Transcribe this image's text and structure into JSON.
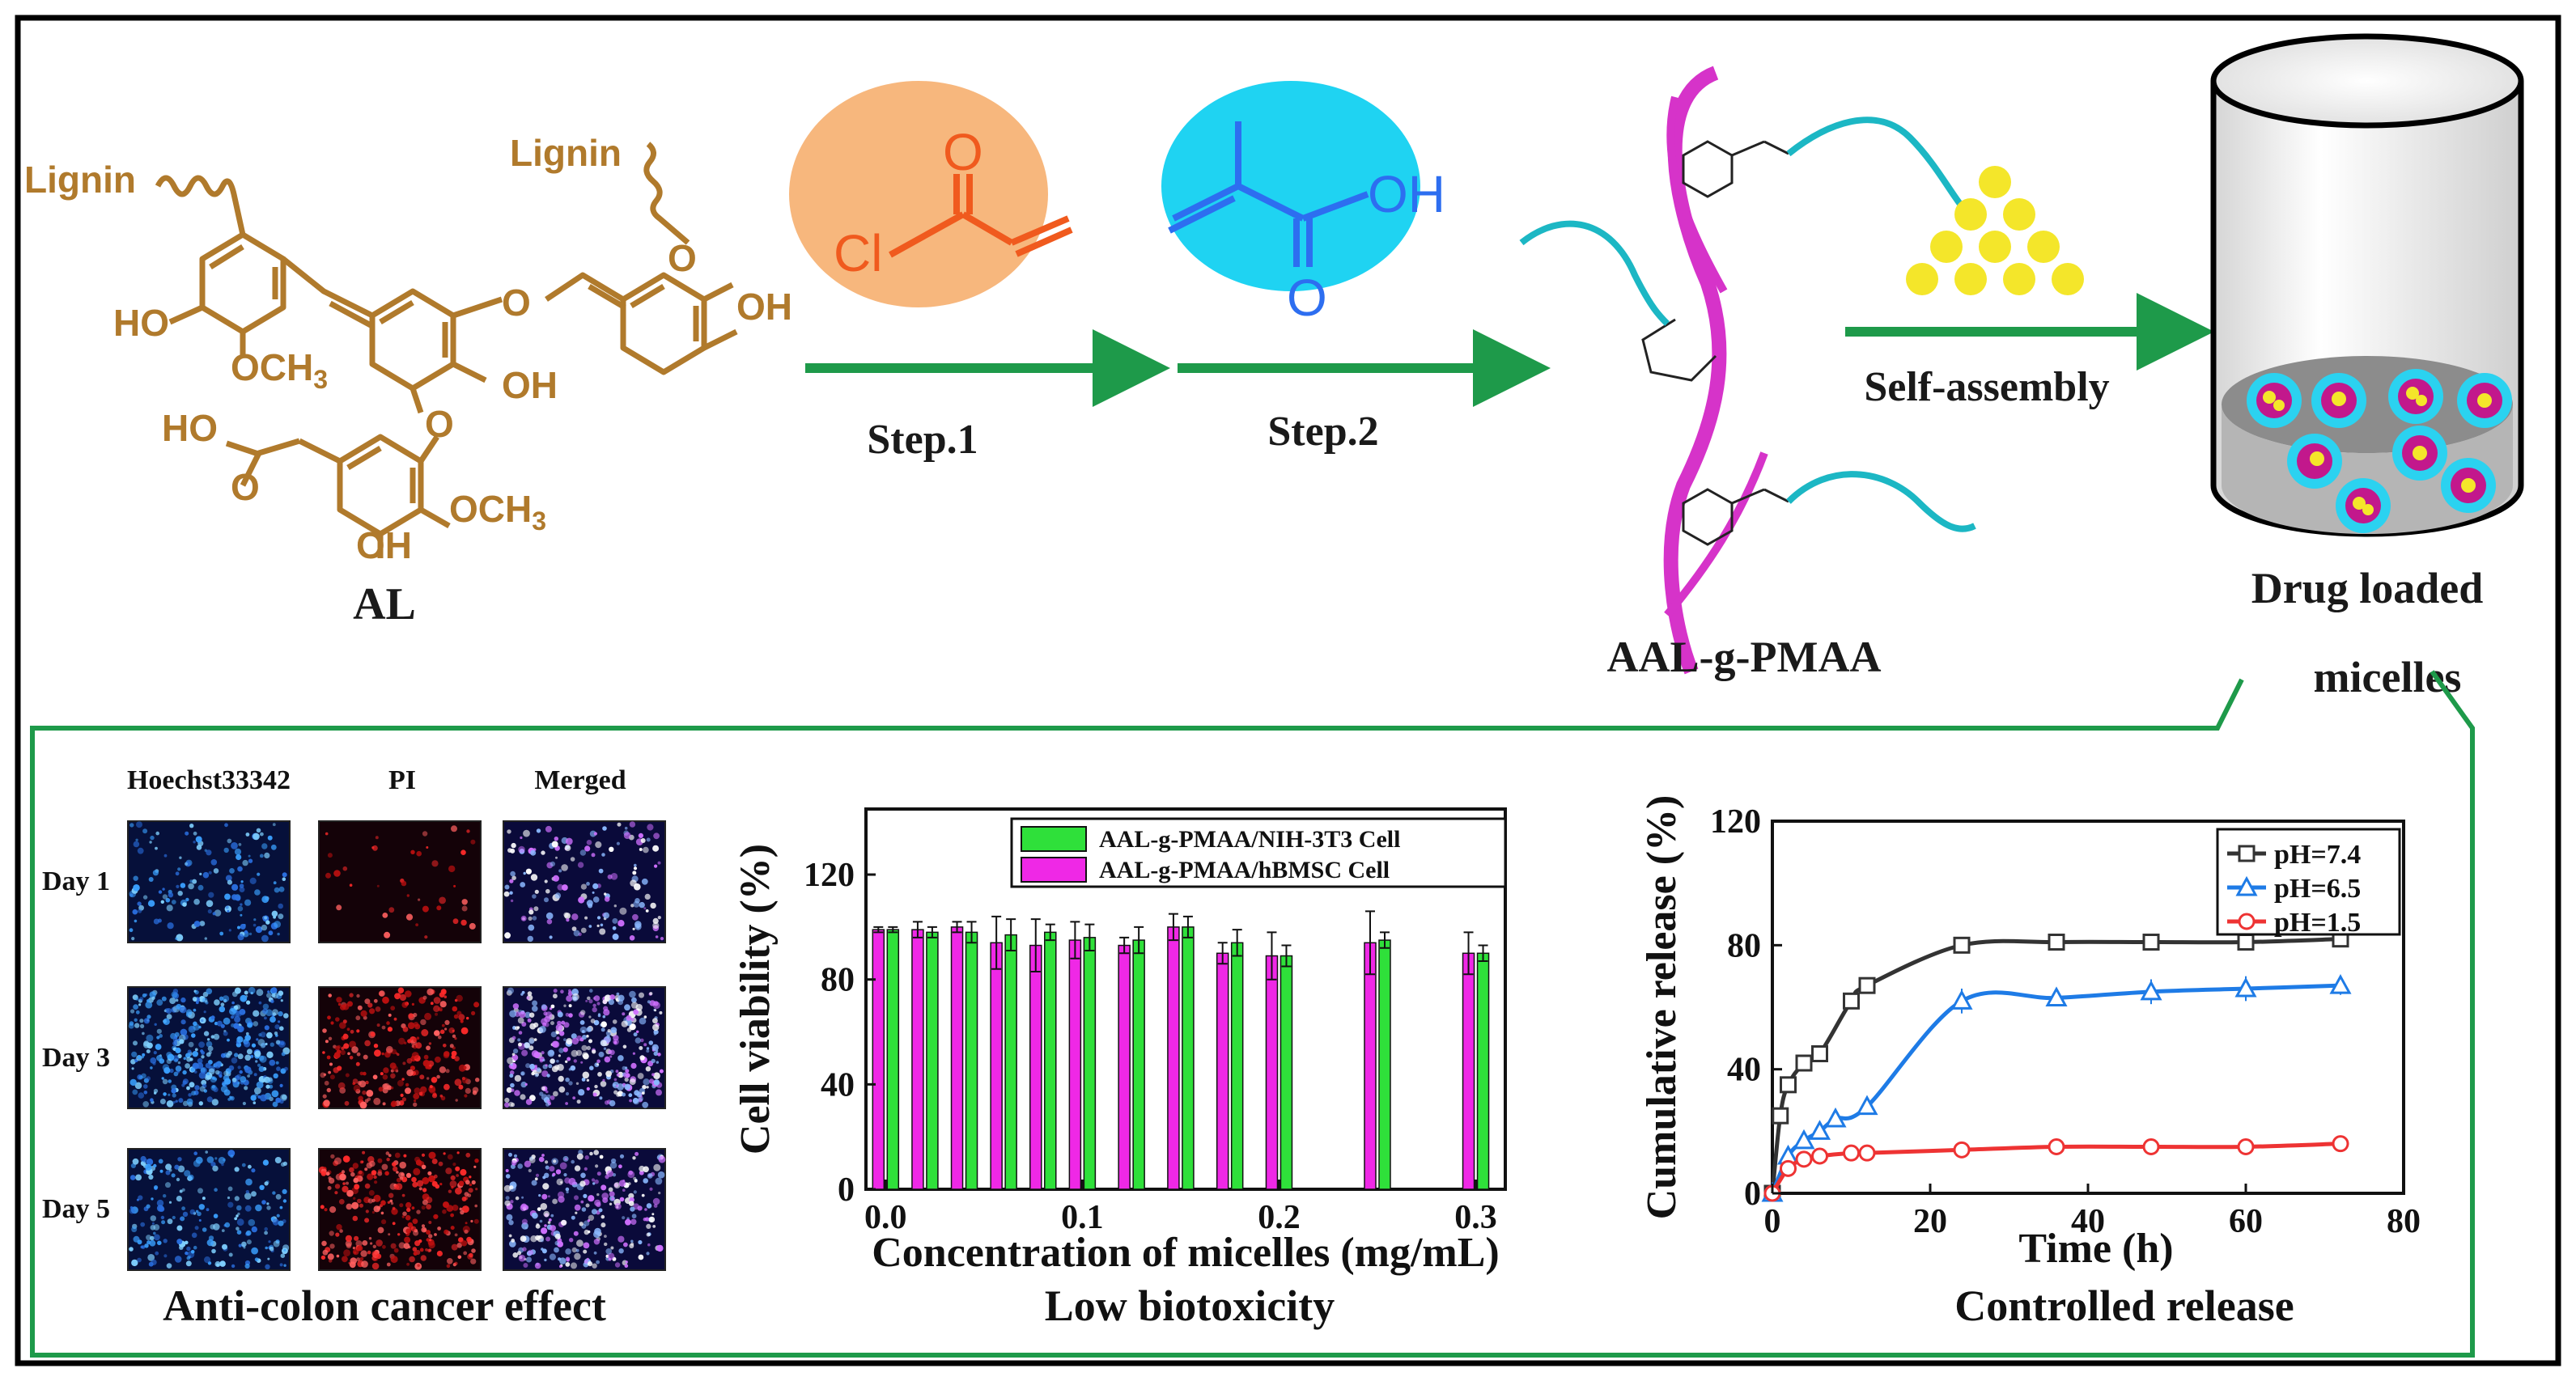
{
  "colors": {
    "lignin": "#b07a2c",
    "arrow": "#1e9a4a",
    "acryloyl_bg": "#f7b77d",
    "acryloyl_mol": "#f05a1e",
    "mma_bg": "#1fd3f2",
    "mma_mol": "#2d6ef0",
    "pmaa_chain": "#d633c9",
    "graft_chain": "#1cb7c4",
    "drug": "#f4e62a",
    "micelle_shell": "#2bd2f0",
    "micelle_core": "#c2188c",
    "frame": "#1e9a4a",
    "series_black": "#333333",
    "series_blue": "#1e7be6",
    "series_red": "#ee3333",
    "bar_green": "#2fe03a",
    "bar_magenta": "#ef28e6"
  },
  "icons": [
    "acryloyl-chloride-molecule",
    "methacrylic-acid-molecule",
    "drug-particle-icon",
    "beaker-icon",
    "micelle-icon"
  ],
  "scheme": {
    "lignin_label_1": "Lignin",
    "lignin_label_2": "Lignin",
    "al_atoms": {
      "ho_left": "HO",
      "och3_top": "OCH",
      "och3_top_sub": "3",
      "oh_mid": "OH",
      "o_bridge": "O",
      "o_top": "O",
      "oh_right": "OH",
      "acid": "HO",
      "acid_o": "O",
      "o_lower": "O",
      "och3_bottom": "OCH",
      "och3_bottom_sub": "3",
      "oh_bottom": "OH"
    },
    "al_label": "AL",
    "reagent1": {
      "cl": "Cl",
      "o": "O"
    },
    "reagent2": {
      "oh": "OH",
      "o": "O"
    },
    "step1": "Step.1",
    "step2": "Step.2",
    "polymer_label": "AAL-g-PMAA",
    "self_assembly": "Self-assembly",
    "drug_loaded": "Drug loaded",
    "micelles": "micelles"
  },
  "cell_panel": {
    "columns": [
      "Hoechst33342",
      "PI",
      "Merged"
    ],
    "rows": [
      "Day 1",
      "Day 3",
      "Day 5"
    ],
    "caption": "Anti-colon cancer effect"
  },
  "chart_data": [
    {
      "type": "bar",
      "caption": "Low biotoxicity",
      "xlabel": "Concentration of micelles (mg/mL)",
      "ylabel": "Cell viability (%)",
      "xlim": [
        -0.01,
        0.315
      ],
      "ylim": [
        0,
        145
      ],
      "xticks": [
        0.0,
        0.1,
        0.2,
        0.3
      ],
      "xtick_labels": [
        "0.0",
        "0.1",
        "0.2",
        "0.3"
      ],
      "yticks": [
        0,
        40,
        80,
        120
      ],
      "ytick_labels": [
        "0",
        "40",
        "80",
        "120"
      ],
      "legend_position": "top",
      "series": [
        {
          "name": "AAL-g-PMAA/NIH-3T3 Cell",
          "color": "#2fe03a",
          "x": [
            0.0,
            0.02,
            0.04,
            0.06,
            0.08,
            0.1,
            0.125,
            0.15,
            0.175,
            0.2,
            0.25,
            0.3
          ],
          "values": [
            99,
            98,
            98,
            97,
            98,
            96,
            95,
            100,
            94,
            89,
            95,
            90
          ],
          "errors": [
            1,
            2,
            4,
            6,
            3,
            5,
            5,
            4,
            5,
            4,
            3,
            3
          ]
        },
        {
          "name": "AAL-g-PMAA/hBMSC Cell",
          "color": "#ef28e6",
          "x": [
            0.0,
            0.02,
            0.04,
            0.06,
            0.08,
            0.1,
            0.125,
            0.15,
            0.175,
            0.2,
            0.25,
            0.3
          ],
          "values": [
            99,
            99,
            100,
            94,
            93,
            95,
            93,
            100,
            90,
            89,
            94,
            90
          ],
          "errors": [
            1,
            3,
            2,
            10,
            10,
            7,
            3,
            5,
            4,
            9,
            12,
            8
          ]
        }
      ]
    },
    {
      "type": "line",
      "caption": "Controlled release",
      "xlabel": "Time (h)",
      "ylabel": "Cumulative release (%)",
      "xlim": [
        0,
        80
      ],
      "ylim": [
        0,
        120
      ],
      "xticks": [
        0,
        20,
        40,
        60,
        80
      ],
      "xtick_labels": [
        "0",
        "20",
        "40",
        "60",
        "80"
      ],
      "yticks": [
        0,
        40,
        80,
        120
      ],
      "ytick_labels": [
        "0",
        "40",
        "80",
        "120"
      ],
      "legend_position": "top-right",
      "series": [
        {
          "name": "pH=7.4",
          "color": "#333333",
          "marker": "square",
          "x": [
            0,
            1,
            2,
            4,
            6,
            10,
            12,
            24,
            36,
            48,
            60,
            72
          ],
          "y": [
            0,
            25,
            35,
            42,
            45,
            62,
            67,
            80,
            81,
            81,
            81,
            82
          ],
          "err": [
            0,
            1,
            1,
            1,
            1,
            1,
            2,
            2,
            1,
            1,
            1,
            1
          ]
        },
        {
          "name": "pH=6.5",
          "color": "#1e7be6",
          "marker": "triangle",
          "x": [
            0,
            2,
            4,
            6,
            8,
            12,
            24,
            36,
            48,
            60,
            72
          ],
          "y": [
            0,
            12,
            17,
            20,
            24,
            28,
            62,
            63,
            65,
            66,
            67
          ],
          "err": [
            0,
            1,
            1,
            1,
            1,
            2,
            4,
            2,
            4,
            4,
            3
          ]
        },
        {
          "name": "pH=1.5",
          "color": "#ee3333",
          "marker": "circle",
          "x": [
            0,
            2,
            4,
            6,
            10,
            12,
            24,
            36,
            48,
            60,
            72
          ],
          "y": [
            0,
            8,
            11,
            12,
            13,
            13,
            14,
            15,
            15,
            15,
            16
          ],
          "err": [
            0,
            1,
            1,
            1,
            1,
            1,
            1,
            1,
            1,
            1,
            1
          ]
        }
      ]
    }
  ]
}
